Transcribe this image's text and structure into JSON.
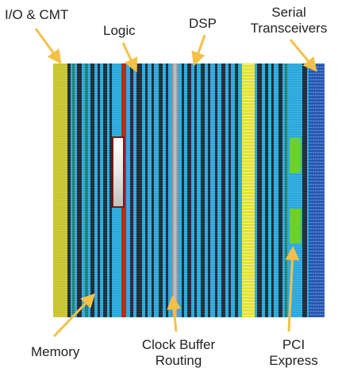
{
  "labels": {
    "io_cmt": "I/O & CMT",
    "logic": "Logic",
    "dsp": "DSP",
    "serial_line1": "Serial",
    "serial_line2": "Transceivers",
    "memory": "Memory",
    "clock_line1": "Clock Buffer",
    "clock_line2": "Routing",
    "pci_line1": "PCI",
    "pci_line2": "Express"
  },
  "colors": {
    "logic_blue": "#2aa8dc",
    "dark_column": "#1c2a36",
    "memory_green": "#1f7f6a",
    "io_yellow": "#c9c42e",
    "dsp_yellow": "#e8df3a",
    "clock_gray": "#9aa0a6",
    "serial_blue": "#2f5fb8",
    "pci_green": "#6fd02a",
    "red_column": "#c0281a",
    "arrow": "#f5c04a"
  }
}
